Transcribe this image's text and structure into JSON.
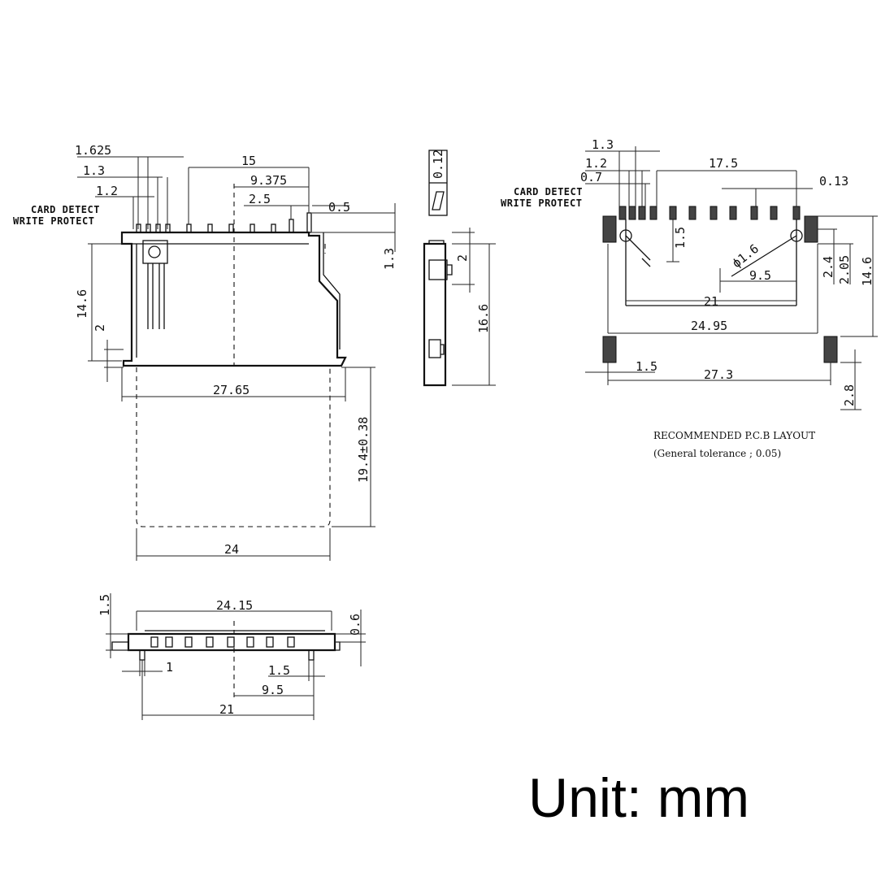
{
  "front_view": {
    "labels": {
      "card_detect": "CARD DETECT",
      "write_protect": "WRITE PROTECT"
    },
    "dims": {
      "d1625": "1.625",
      "d13": "1.3",
      "d12": "1.2",
      "d15": "15",
      "d9375": "9.375",
      "d25": "2.5",
      "d05": "0.5",
      "d13v": "1.3",
      "d146": "14.6",
      "d2": "2",
      "d2765": "27.65",
      "d194": "19.4±0.38",
      "d24": "24"
    }
  },
  "side_view": {
    "flatness": "0.12",
    "dims": {
      "d2": "2",
      "d166": "16.6"
    }
  },
  "pcb_layout": {
    "labels": {
      "card_detect": "CARD DETECT",
      "write_protect": "WRITE PROTECT"
    },
    "dims": {
      "d13": "1.3",
      "d12": "1.2",
      "d07": "0.7",
      "d175": "17.5",
      "d013": "0.13",
      "d15v": "1.5",
      "phi16": "ϕ1.6",
      "d95": "9.5",
      "d21": "21",
      "d2495": "24.95",
      "d24": "2.4",
      "d205": "2.05",
      "d146": "14.6",
      "d15": "1.5",
      "d273": "27.3",
      "d28": "2.8"
    },
    "title": "RECOMMENDED P.C.B LAYOUT",
    "tolerance": "(General tolerance ; 0.05)"
  },
  "bottom_view": {
    "dims": {
      "d15v": "1.5",
      "d2415": "24.15",
      "d06": "0.6",
      "d1": "1",
      "d15": "1.5",
      "d95": "9.5",
      "d21": "21"
    }
  },
  "unit": "Unit: mm"
}
